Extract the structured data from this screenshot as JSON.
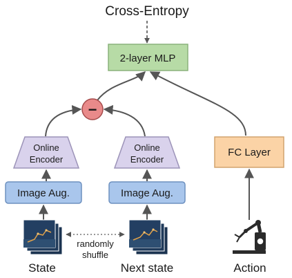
{
  "loss": {
    "label": "Cross-Entropy"
  },
  "mlp": {
    "label": "2-layer MLP"
  },
  "subtract": {
    "symbol": "−"
  },
  "encoders": {
    "left": {
      "line1": "Online",
      "line2": "Encoder"
    },
    "right": {
      "line1": "Online",
      "line2": "Encoder"
    }
  },
  "augs": {
    "left": {
      "label": "Image Aug."
    },
    "right": {
      "label": "Image Aug."
    }
  },
  "fc": {
    "label": "FC Layer"
  },
  "shuffle": {
    "line1": "randomly",
    "line2": "shuffle"
  },
  "bottom_labels": {
    "state": "State",
    "next_state": "Next state",
    "action": "Action"
  },
  "icons": {
    "state_frames": "image-stack-icon",
    "next_state_frames": "image-stack-icon",
    "robot_arm": "robot-arm-icon"
  },
  "colors": {
    "mlp_fill": "#b7dba6",
    "mlp_stroke": "#8ab27b",
    "encoder_fill": "#d9d2ec",
    "encoder_stroke": "#9c93b8",
    "aug_fill": "#a9c6ec",
    "aug_stroke": "#6d90bf",
    "fc_fill": "#fbd3a6",
    "fc_stroke": "#d2a36f",
    "minus_fill": "#e98a8a",
    "minus_stroke": "#a54b4b",
    "arrow": "#555555",
    "frame_fill": "#203a5c"
  }
}
